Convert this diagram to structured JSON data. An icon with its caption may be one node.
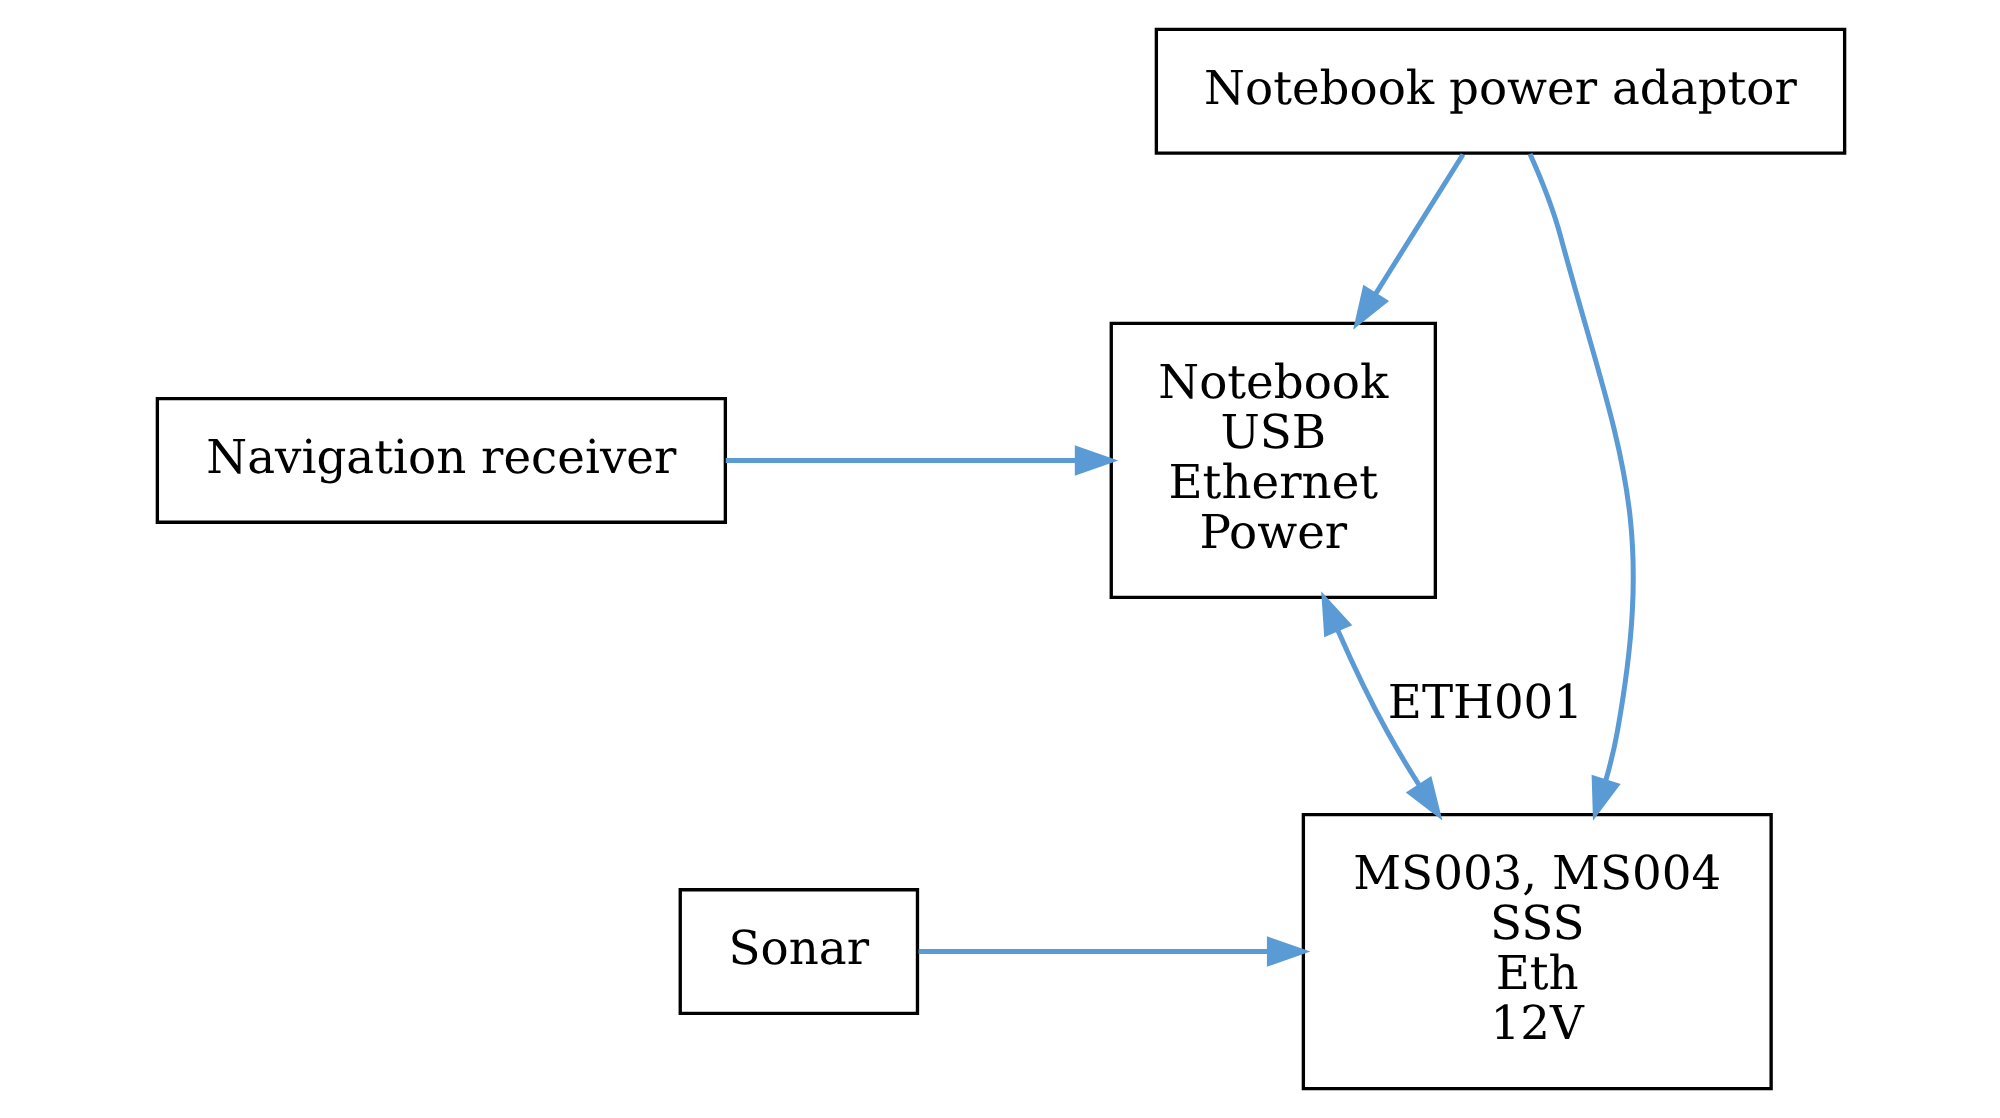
{
  "diagram": {
    "nodes": [
      {
        "text": [
          "Navigation receiver"
        ]
      },
      {
        "text": [
          "Notebook",
          "USB",
          "Ethernet",
          "Power"
        ]
      },
      {
        "text": [
          "Sonar"
        ]
      },
      {
        "text": [
          "MS003, MS004",
          "SSS",
          "Eth",
          "12V"
        ]
      },
      {
        "text": [
          "Notebook power adaptor"
        ]
      }
    ],
    "edges": [
      {
        "from": 0,
        "to": 1,
        "arrow": "to"
      },
      {
        "from": 2,
        "to": 3,
        "arrow": "to"
      },
      {
        "from": 1,
        "to": 3,
        "arrow": "both",
        "label": "ETH001"
      },
      {
        "from": 4,
        "to": 3,
        "arrow": "to"
      },
      {
        "from": 4,
        "to": 1,
        "arrow": "to"
      }
    ]
  }
}
